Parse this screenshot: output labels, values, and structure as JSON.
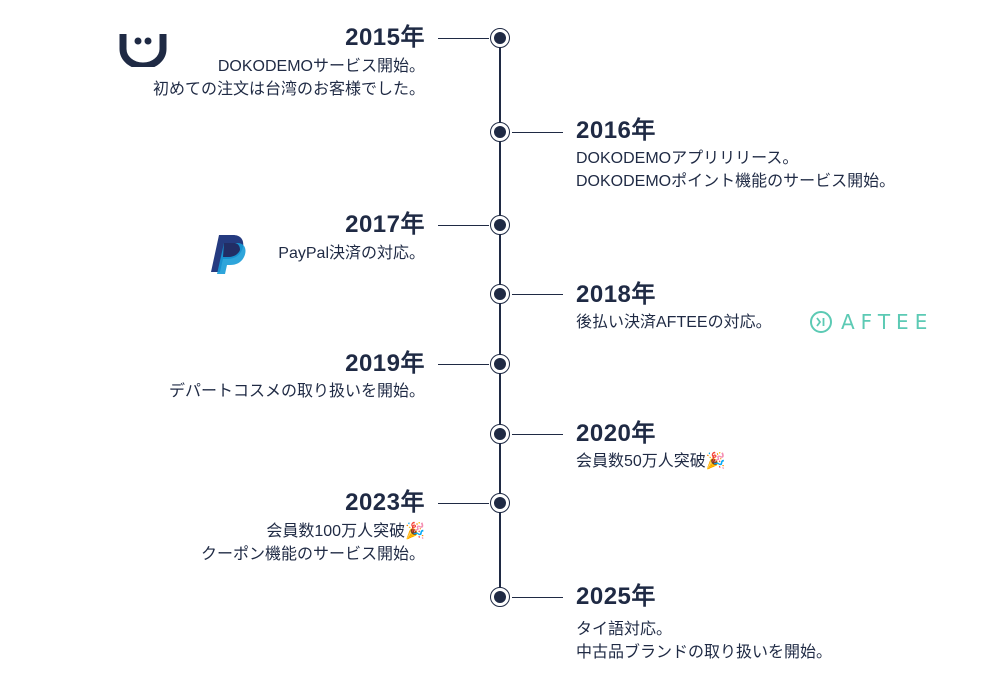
{
  "timeline": {
    "accent_color": "#1f2a44",
    "events": [
      {
        "year": "2015年",
        "side": "left",
        "lines": [
          "DOKODEMOサービス開始。",
          "初めての注文は台湾のお客様でした。"
        ],
        "logo": "dokodemo-logo"
      },
      {
        "year": "2016年",
        "side": "right",
        "lines": [
          "DOKODEMOアプリリリース。",
          "DOKODEMOポイント機能のサービス開始。"
        ]
      },
      {
        "year": "2017年",
        "side": "left",
        "lines": [
          "PayPal決済の対応。"
        ],
        "logo": "paypal-logo"
      },
      {
        "year": "2018年",
        "side": "right",
        "lines": [
          "後払い決済AFTEEの対応。"
        ],
        "logo": "aftee-logo",
        "logo_text": "AFTEE",
        "logo_color": "#5ccab4"
      },
      {
        "year": "2019年",
        "side": "left",
        "lines": [
          "デパートコスメの取り扱いを開始。"
        ]
      },
      {
        "year": "2020年",
        "side": "right",
        "lines": [
          "会員数50万人突破🎉"
        ]
      },
      {
        "year": "2023年",
        "side": "left",
        "lines": [
          "会員数100万人突破🎉",
          "クーポン機能のサービス開始。"
        ]
      },
      {
        "year": "2025年",
        "side": "right",
        "lines": [
          "タイ語対応。",
          "中古品ブランドの取り扱いを開始。"
        ]
      }
    ]
  }
}
